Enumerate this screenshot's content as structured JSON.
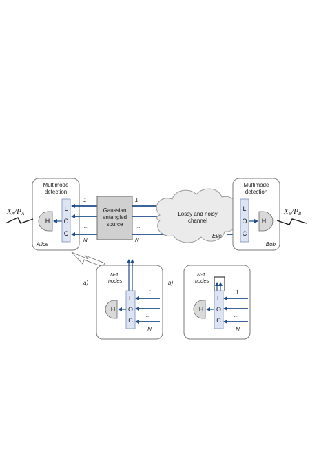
{
  "colors": {
    "beam": "#1f4e8c",
    "loc_fill": "#dde4f3",
    "source_fill": "#d0d0d0",
    "cloud_fill": "#ebebeb"
  },
  "alice": {
    "title_line1": "Multimode",
    "title_line2": "detection",
    "name": "Alice",
    "homodyne": "H",
    "loc_l": "L",
    "loc_o": "O",
    "loc_c": "C",
    "signal_x": "X",
    "signal_x_sub": "A",
    "signal_sep": "/",
    "signal_p": "P",
    "signal_p_sub": "A"
  },
  "bob": {
    "title_line1": "Multimode",
    "title_line2": "detection",
    "name": "Bob",
    "homodyne": "H",
    "loc_l": "L",
    "loc_o": "O",
    "loc_c": "C",
    "signal_x": "X",
    "signal_x_sub": "B",
    "signal_sep": "/",
    "signal_p": "P",
    "signal_p_sub": "B"
  },
  "source": {
    "line1": "Gaussian",
    "line2": "entangled",
    "line3": "source"
  },
  "channel": {
    "line1": "Lossy and noisy",
    "line2": "channel",
    "eve": "Eve"
  },
  "mode_labels": {
    "first": "1",
    "last": "N",
    "dots": "..."
  },
  "panel_a": {
    "tag": "a)",
    "modes_line1": "N-1",
    "modes_line2": "modes",
    "homodyne": "H",
    "loc_l": "L",
    "loc_o": "O",
    "loc_c": "C",
    "first": "1",
    "last": "N",
    "dots": "..."
  },
  "panel_b": {
    "tag": "b)",
    "modes_line1": "N-1",
    "modes_line2": "modes",
    "homodyne": "H",
    "loc_l": "L",
    "loc_o": "O",
    "loc_c": "C",
    "first": "1",
    "last": "N",
    "dots": "..."
  }
}
